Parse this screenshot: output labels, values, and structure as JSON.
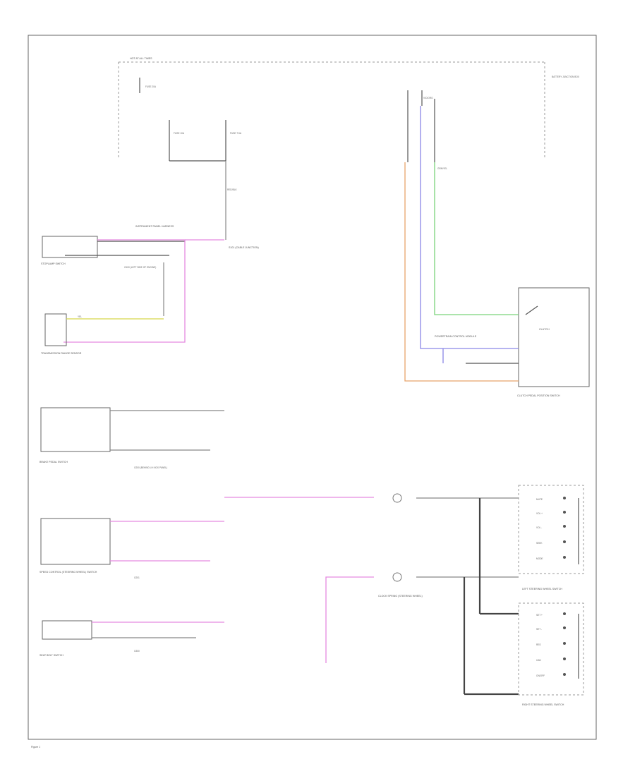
{
  "colors": {
    "pink": "#e58ae0",
    "purple": "#8a86e6",
    "green": "#7ad37a",
    "orange": "#e8a56a",
    "yellow": "#d7d84a",
    "black": "#555555"
  },
  "labels": {
    "hot_top": "HOT AT ALL TIMES",
    "fuse_a": "FUSE 20A",
    "fuse_b": "FUSE 10A",
    "fuse_c": "FUSE 7.5A",
    "bjb": "BATTERY JUNCTION BOX",
    "wire_red": "RED/BLK",
    "wire_vio": "VIO/ORG",
    "wire_yel": "YEL",
    "wire_vio2": "VIO/ORG",
    "wire_grn": "GRN/YEL",
    "wire_yel2": "YEL",
    "splice_top": "S101 (CABLE JUNCTION)",
    "c_top": "INSTRUMENT PANEL HARNESS",
    "brake_sw": "STOPLAMP SWITCH",
    "trans_range": "TRANSMISSION RANGE SENSOR",
    "clutch_sw": "CLUTCH PEDAL POSITION SWITCH",
    "clutch_label": "CLUTCH",
    "brake_pedal": "BRAKE PEDAL SWITCH",
    "g1": "G100 (LEFT SIDE OF ENGINE)",
    "g2": "G200 (BEHIND LH KICK PANEL)",
    "cruise": "SPEED CONTROL (STEERING WHEEL) SWITCH",
    "g3": "G201",
    "seat_sw": "SEAT BELT SWITCH",
    "g4": "G300",
    "clockspring": "CLOCK SPRING (STEERING WHEEL)",
    "lh_sw": "LEFT STEERING WHEEL SWITCH",
    "rh_sw": "RIGHT STEERING WHEEL SWITCH",
    "lh_rows": [
      "MUTE",
      "VOL +",
      "VOL -",
      "SEEK",
      "MODE"
    ],
    "rh_rows": [
      "SET +",
      "SET -",
      "RES",
      "CAN",
      "ON/OFF"
    ],
    "pcm": "POWERTRAIN CONTROL MODULE",
    "footer": "Figure 1"
  }
}
